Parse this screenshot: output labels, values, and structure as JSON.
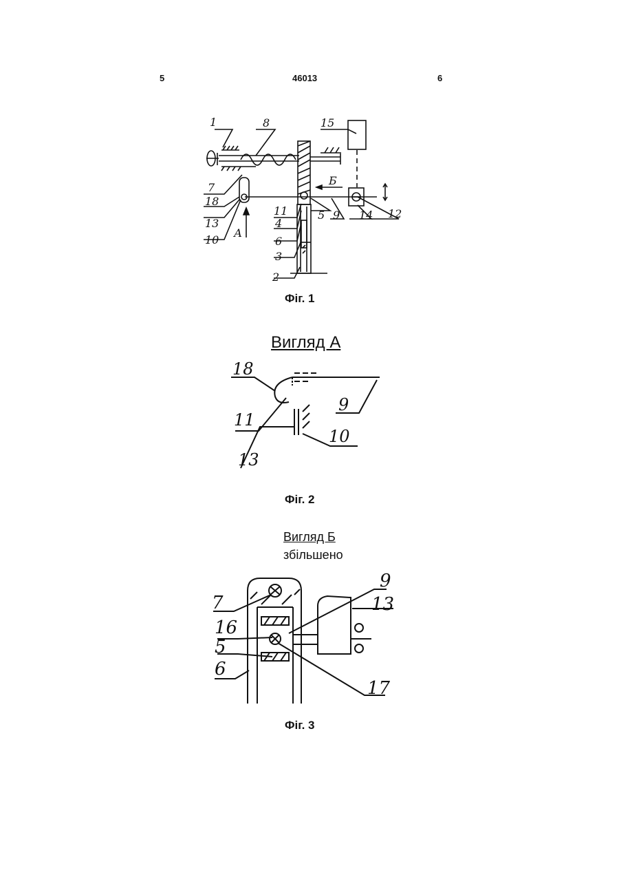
{
  "header": {
    "page_left": "5",
    "doc_number": "46013",
    "page_right": "6"
  },
  "fig1": {
    "caption": "Фіг. 1",
    "labels": {
      "l1": "1",
      "l8": "8",
      "l15": "15",
      "l7": "7",
      "l18": "18",
      "l13": "13",
      "l10": "10",
      "l11": "11",
      "l4": "4",
      "l6": "6",
      "l3": "3",
      "l2": "2",
      "l5": "5",
      "l9": "9",
      "l14": "14",
      "l12": "12",
      "lB": "Б",
      "lA": "А"
    }
  },
  "fig2": {
    "title": "Вигляд А",
    "caption": "Фіг. 2",
    "labels": {
      "l18": "18",
      "l11": "11",
      "l9": "9",
      "l13": "13",
      "l10": "10"
    }
  },
  "fig3": {
    "title": "Вигляд Б",
    "subtitle": "збільшено",
    "caption": "Фіг. 3",
    "labels": {
      "l7": "7",
      "l16": "16",
      "l5": "5",
      "l6": "6",
      "l9": "9",
      "l13": "13",
      "l17": "17"
    }
  }
}
